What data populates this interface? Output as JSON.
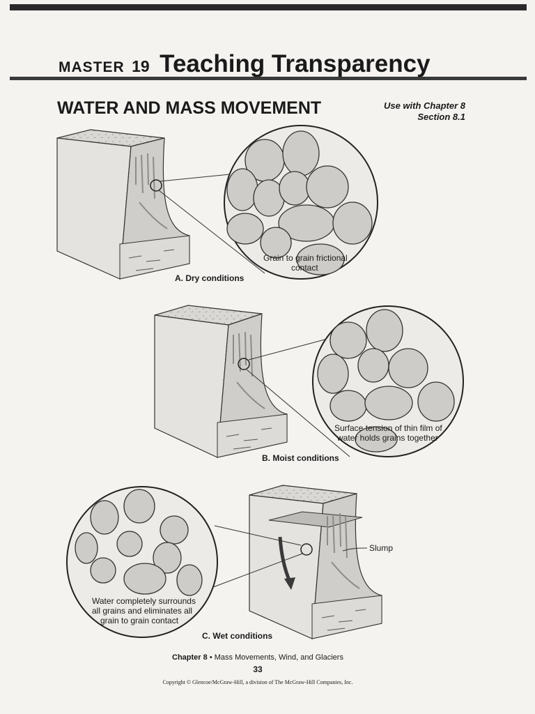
{
  "header": {
    "master_label": "MASTER",
    "master_number": "19",
    "master_title": "Teaching Transparency"
  },
  "title": "WATER AND MASS MOVEMENT",
  "use_with": {
    "line1": "Use with Chapter 8",
    "line2": "Section 8.1"
  },
  "panels": [
    {
      "caption": "A. Dry conditions",
      "callout_lines": [
        "Grain to grain frictional",
        "contact"
      ]
    },
    {
      "caption": "B. Moist conditions",
      "callout_lines": [
        "Surface tension of thin film of",
        "water holds grains together"
      ]
    },
    {
      "caption": "C. Wet conditions",
      "callout_lines": [
        "Water completely surrounds",
        "all grains and eliminates all",
        "grain to grain contact"
      ],
      "side_label": "Slump"
    }
  ],
  "footer": {
    "chapter_label": "Chapter 8",
    "chapter_subtitle": "• Mass Movements, Wind, and Glaciers",
    "page_number": "33",
    "copyright": "Copyright © Glencoe/McGraw-Hill, a division of The McGraw-Hill Companies, Inc."
  }
}
